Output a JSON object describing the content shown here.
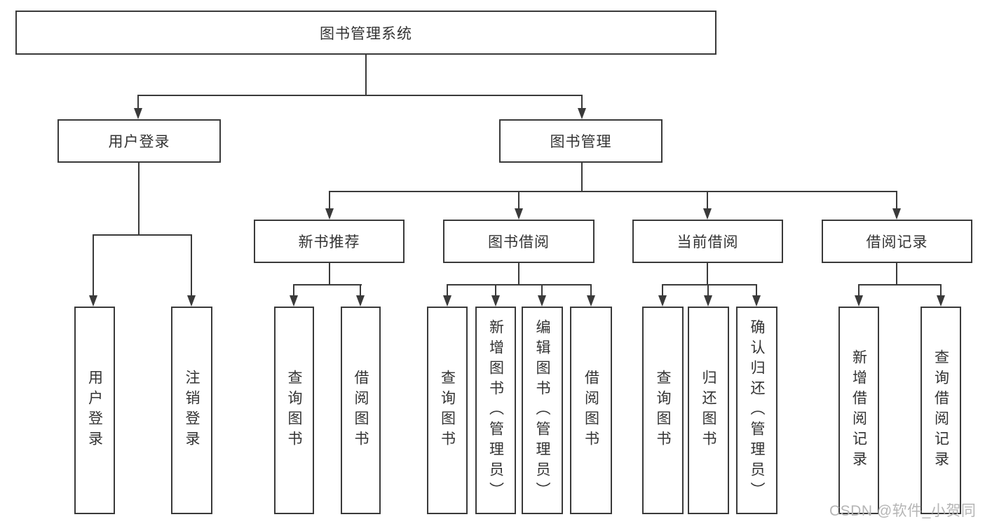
{
  "diagram": {
    "title": "图书管理系统",
    "level2": {
      "user_login": "用户登录",
      "book_mgmt": "图书管理"
    },
    "level3": {
      "new_books": "新书推荐",
      "book_borrow": "图书借阅",
      "current_borrow": "当前借阅",
      "borrow_records": "借阅记录"
    },
    "leaves": {
      "user_login_leaf": "用户登录",
      "logout": "注销登录",
      "nb_query": "查询图书",
      "nb_borrow": "借阅图书",
      "bb_query": "查询图书",
      "bb_add": "新增图书（管理员）",
      "bb_edit": "编辑图书（管理员）",
      "bb_borrow": "借阅图书",
      "cb_query": "查询图书",
      "cb_return": "归还图书",
      "cb_confirm": "确认归还（管理员）",
      "br_add": "新增借阅记录",
      "br_query": "查询借阅记录"
    },
    "watermark": "CSDN @软件_小贺同学",
    "colors": {
      "line": "#3a3a3a",
      "text": "#333333",
      "watermark": "#b5b5b5",
      "background": "#ffffff"
    }
  }
}
